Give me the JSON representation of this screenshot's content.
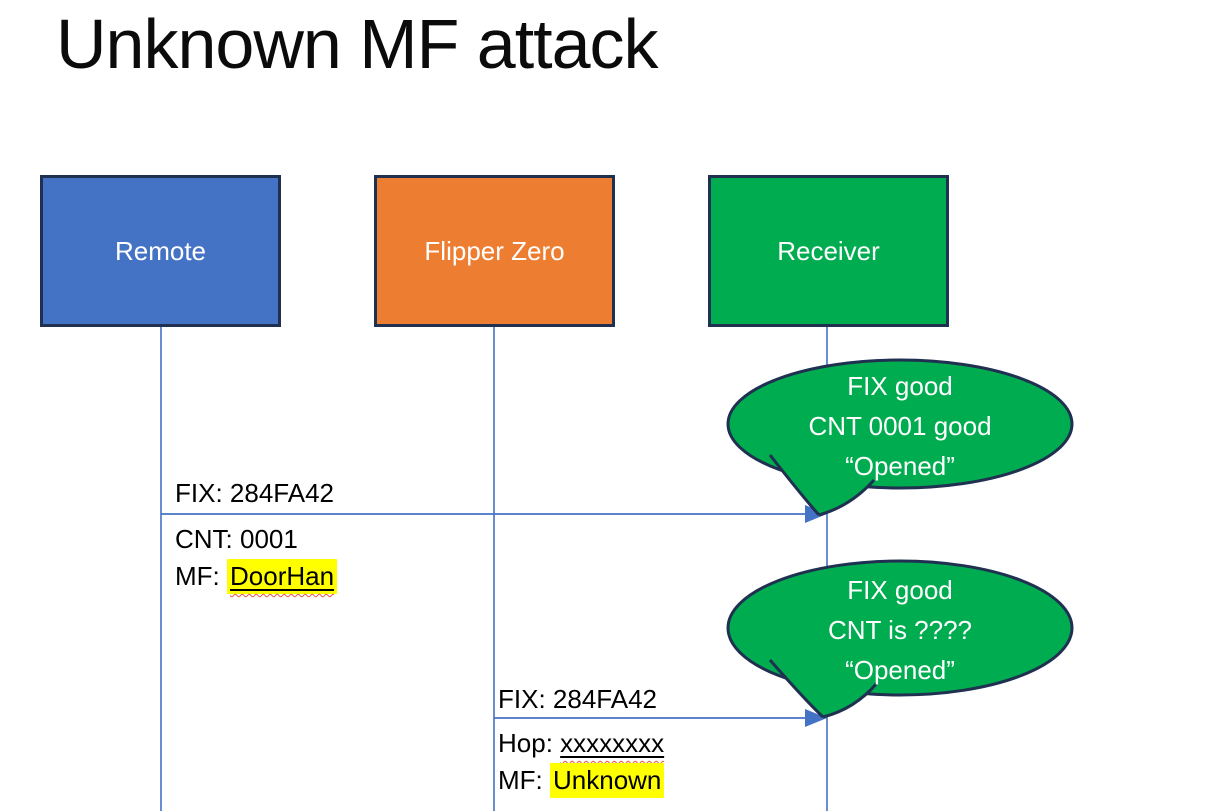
{
  "title": "Unknown MF attack",
  "actors": [
    {
      "label": "Remote",
      "fill": "#4472C4"
    },
    {
      "label": "Flipper Zero",
      "fill": "#ED7D31"
    },
    {
      "label": "Receiver",
      "fill": "#00AC50"
    }
  ],
  "messages": [
    {
      "from": "Remote",
      "to": "Receiver",
      "above": "FIX: 284FA42",
      "below": [
        {
          "prefix": "CNT: ",
          "value": "0001"
        },
        {
          "prefix": "MF: ",
          "value": "DoorHan"
        }
      ]
    },
    {
      "from": "Flipper Zero",
      "to": "Receiver",
      "above": "FIX: 284FA42",
      "below": [
        {
          "prefix": "Hop: ",
          "value": "xxxxxxxx"
        },
        {
          "prefix": "MF: ",
          "value": "Unknown"
        }
      ]
    }
  ],
  "callouts": [
    {
      "lines": [
        "FIX good",
        "CNT 0001 good",
        "“Opened”"
      ]
    },
    {
      "lines": [
        "FIX good",
        "CNT is ????",
        "“Opened”"
      ]
    }
  ],
  "colors": {
    "remote_fill": "#4472C4",
    "flipper_fill": "#ED7D31",
    "receiver_fill": "#00AC50",
    "callout_fill": "#00AC50",
    "shape_border": "#1F3050",
    "connector_blue": "#4472C4",
    "highlight_yellow": "#FFFF00",
    "squiggle_red": "#E8533F",
    "text_black": "#000000",
    "text_white": "#FFFFFF"
  }
}
